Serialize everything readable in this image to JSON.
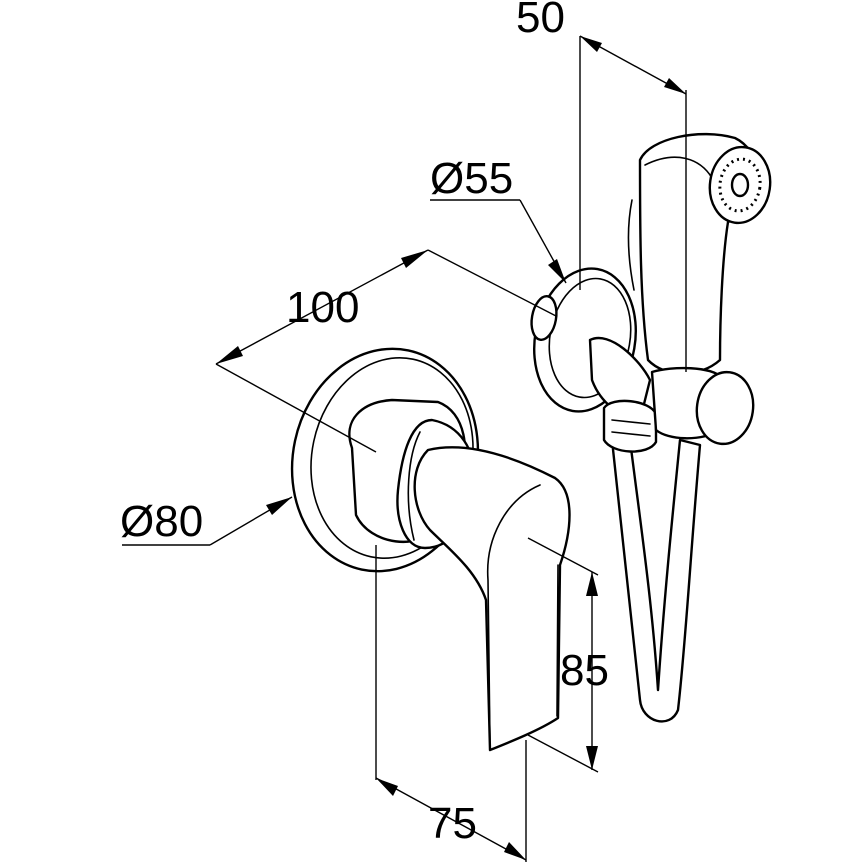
{
  "dimensions": {
    "holder_offset": "50",
    "spray_flange_diameter": "Ø55",
    "mixer_depth": "100",
    "mixer_flange_diameter": "Ø80",
    "lever_height": "85",
    "lever_projection": "75"
  },
  "colors": {
    "line": "#000000",
    "background": "#ffffff"
  }
}
